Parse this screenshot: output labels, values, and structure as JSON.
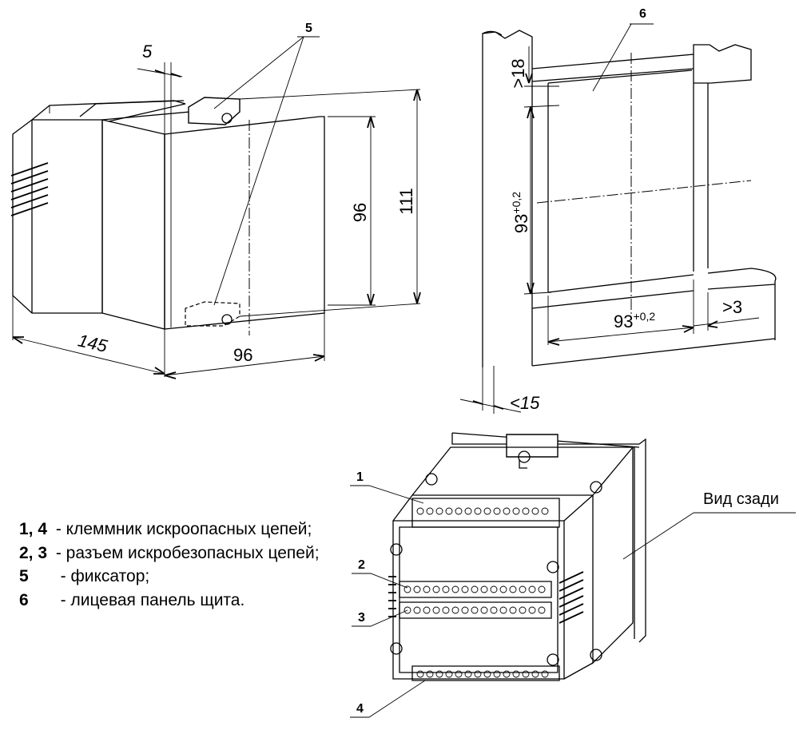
{
  "dimensions": {
    "gap_5": "5",
    "height_96": "96",
    "height_111": "111",
    "depth_145": "145",
    "width_96": "96",
    "cut_height": "93",
    "cut_width": "93",
    "tolerance": "+0,2",
    "min_top": ">18",
    "min_side": ">3",
    "max_panel": "<15"
  },
  "callouts": [
    "1",
    "2",
    "3",
    "4",
    "5",
    "6"
  ],
  "rear_view_label": "Вид сзади",
  "legend": [
    {
      "num": "1, 4",
      "text": " - клеммник искроопасных цепей;"
    },
    {
      "num": "2, 3",
      "text": " - разъем искробезопасных цепей;"
    },
    {
      "num": "5",
      "text": "  - фиксатор;"
    },
    {
      "num": "6",
      "text": "  - лицевая панель щита."
    }
  ]
}
